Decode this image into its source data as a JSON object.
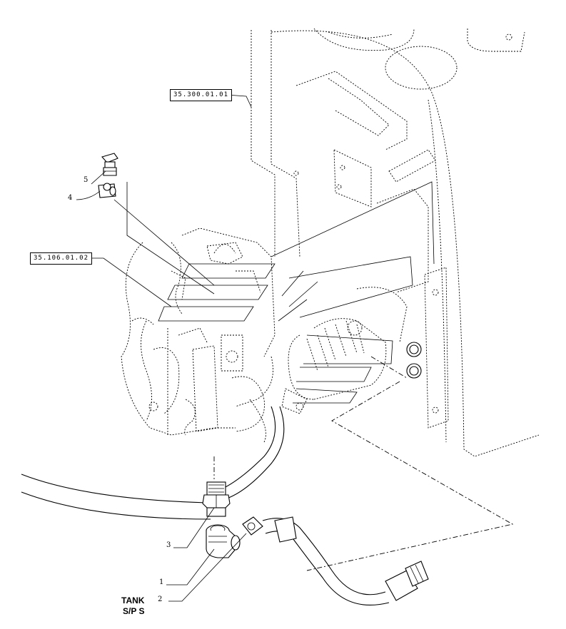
{
  "reference_boxes": {
    "ref_top": "35.300.01.01",
    "ref_left": "35.106.01.02"
  },
  "callouts": [
    "5",
    "4",
    "3",
    "1",
    "2"
  ],
  "tank_label": {
    "line1": "TANK",
    "line2": "S/P S"
  },
  "colors": {
    "line": "#000000",
    "background": "#ffffff"
  }
}
